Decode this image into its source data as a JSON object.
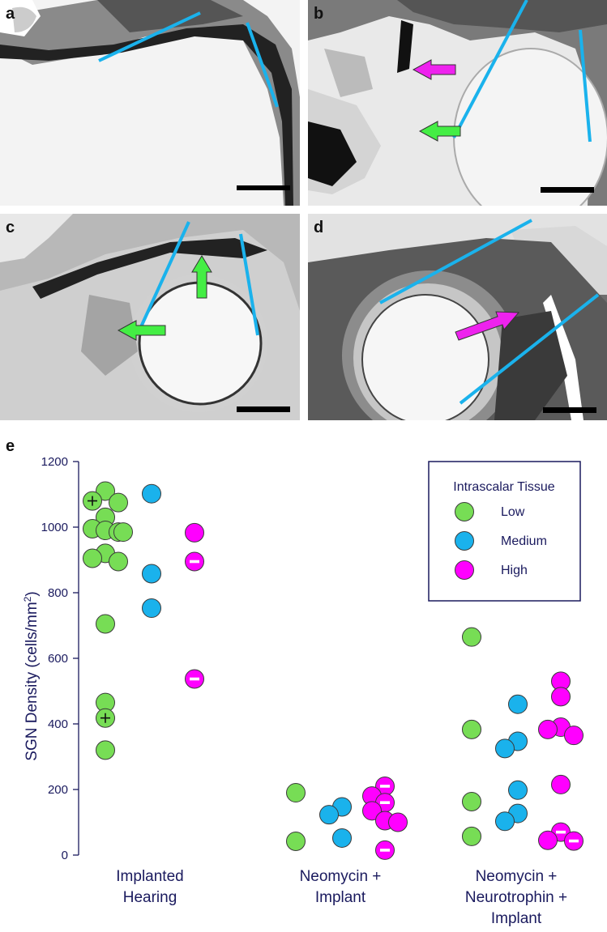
{
  "panels": [
    {
      "label": "a"
    },
    {
      "label": "b"
    },
    {
      "label": "c"
    },
    {
      "label": "d"
    },
    {
      "label": "e"
    }
  ],
  "colors": {
    "low": "#77dd55",
    "medium": "#1ab2ec",
    "high": "#ff00ff",
    "axis": "#1a1a5e",
    "annotation_line": "#1ab2ec",
    "green_arrow": "#44ee44",
    "magenta_arrow": "#ee22ee"
  },
  "chart_data": {
    "type": "scatter",
    "title": "",
    "xlabel": "",
    "ylabel": "SGN Density (cells/mm²)",
    "ylim": [
      0,
      1200
    ],
    "yticks": [
      0,
      200,
      400,
      600,
      800,
      1000,
      1200
    ],
    "categories": [
      "Implanted\nHearing",
      "Neomycin +\nImplant",
      "Neomycin +\nNeurotrophin +\nImplant"
    ],
    "legend": {
      "title": "Intrascalar Tissue",
      "position": "top-right"
    },
    "series": [
      {
        "name": "Low",
        "color": "#77dd55",
        "points": [
          {
            "group": 0,
            "y": 1110
          },
          {
            "group": 0,
            "y": 1080,
            "marker": "+"
          },
          {
            "group": 0,
            "y": 1075
          },
          {
            "group": 0,
            "y": 1030
          },
          {
            "group": 0,
            "y": 995
          },
          {
            "group": 0,
            "y": 990
          },
          {
            "group": 0,
            "y": 985
          },
          {
            "group": 0,
            "y": 985
          },
          {
            "group": 0,
            "y": 920
          },
          {
            "group": 0,
            "y": 905
          },
          {
            "group": 0,
            "y": 895
          },
          {
            "group": 0,
            "y": 705
          },
          {
            "group": 0,
            "y": 465
          },
          {
            "group": 0,
            "y": 418,
            "marker": "+"
          },
          {
            "group": 0,
            "y": 320
          },
          {
            "group": 1,
            "y": 190
          },
          {
            "group": 1,
            "y": 42
          },
          {
            "group": 2,
            "y": 665
          },
          {
            "group": 2,
            "y": 383
          },
          {
            "group": 2,
            "y": 163
          },
          {
            "group": 2,
            "y": 57
          }
        ]
      },
      {
        "name": "Medium",
        "color": "#1ab2ec",
        "points": [
          {
            "group": 0,
            "y": 1102
          },
          {
            "group": 0,
            "y": 858
          },
          {
            "group": 0,
            "y": 753
          },
          {
            "group": 1,
            "y": 147
          },
          {
            "group": 1,
            "y": 123
          },
          {
            "group": 1,
            "y": 52
          },
          {
            "group": 2,
            "y": 460
          },
          {
            "group": 2,
            "y": 347
          },
          {
            "group": 2,
            "y": 325
          },
          {
            "group": 2,
            "y": 198
          },
          {
            "group": 2,
            "y": 127
          },
          {
            "group": 2,
            "y": 103
          }
        ]
      },
      {
        "name": "High",
        "color": "#ff00ff",
        "points": [
          {
            "group": 0,
            "y": 983
          },
          {
            "group": 0,
            "y": 895,
            "marker": "-"
          },
          {
            "group": 0,
            "y": 537,
            "marker": "-"
          },
          {
            "group": 1,
            "y": 210,
            "marker": "-"
          },
          {
            "group": 1,
            "y": 180
          },
          {
            "group": 1,
            "y": 160,
            "marker": "-"
          },
          {
            "group": 1,
            "y": 135
          },
          {
            "group": 1,
            "y": 105
          },
          {
            "group": 1,
            "y": 100
          },
          {
            "group": 1,
            "y": 15,
            "marker": "-"
          },
          {
            "group": 2,
            "y": 530
          },
          {
            "group": 2,
            "y": 483
          },
          {
            "group": 2,
            "y": 390
          },
          {
            "group": 2,
            "y": 383
          },
          {
            "group": 2,
            "y": 365
          },
          {
            "group": 2,
            "y": 215
          },
          {
            "group": 2,
            "y": 70,
            "marker": "-"
          },
          {
            "group": 2,
            "y": 45
          },
          {
            "group": 2,
            "y": 43,
            "marker": "-"
          }
        ]
      }
    ]
  }
}
